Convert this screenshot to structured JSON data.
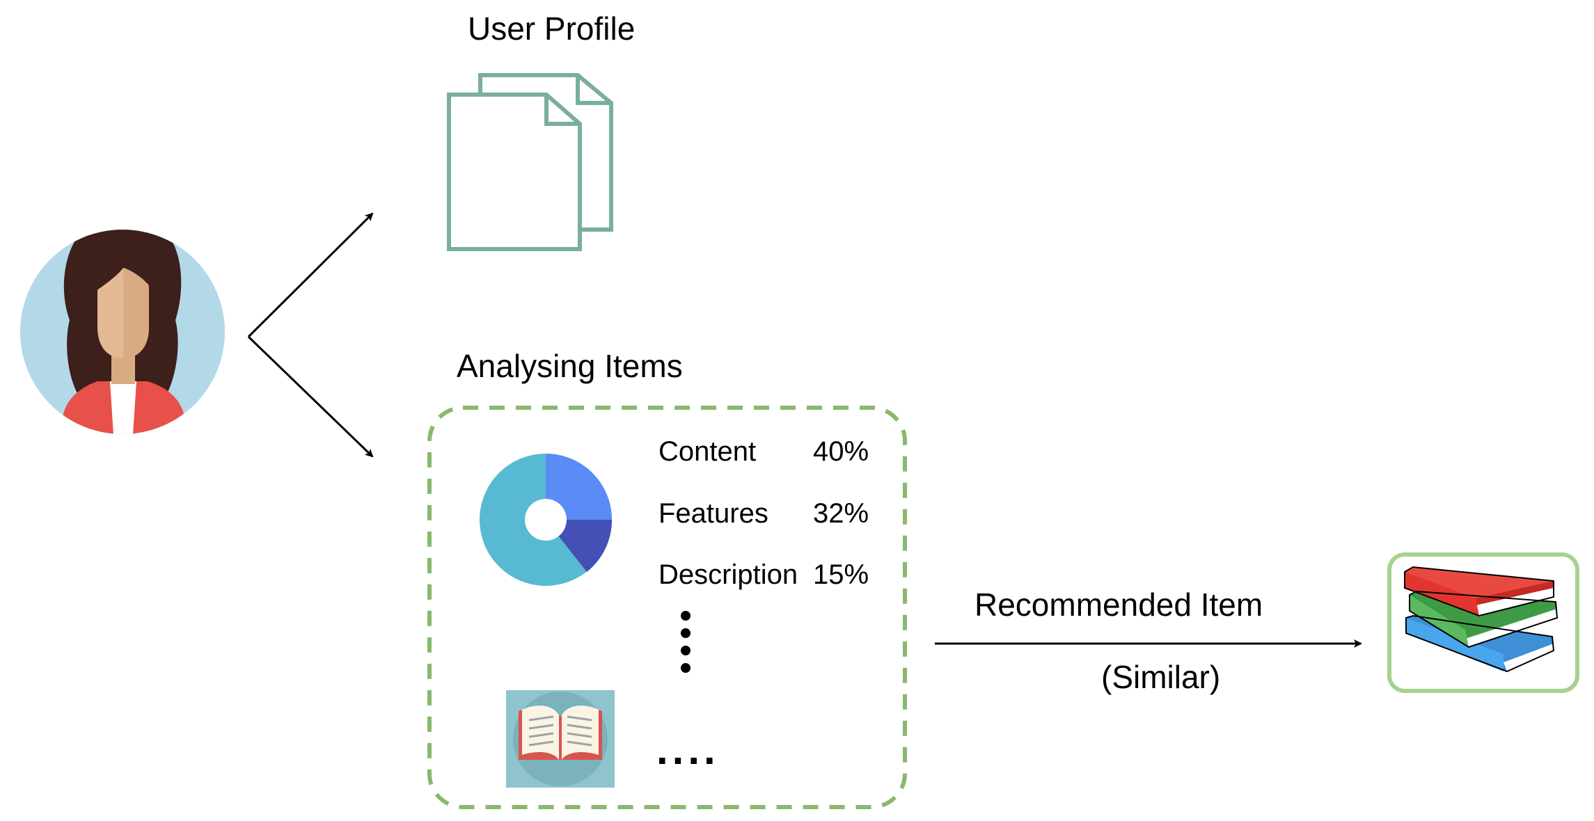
{
  "labels": {
    "user_profile": "User Profile",
    "analysing_items": "Analysing Items",
    "recommended_item": "Recommended Item",
    "similar": "(Similar)"
  },
  "factors": [
    {
      "name": "Content",
      "percent": "40%"
    },
    {
      "name": "Features",
      "percent": "32%"
    },
    {
      "name": "Description",
      "percent": "15%"
    }
  ],
  "more_items": "....",
  "icons": {
    "user": "user-avatar-icon",
    "profile": "documents-icon",
    "pie": "pie-chart-icon",
    "book": "open-book-icon",
    "recommended": "book-stack-icon"
  },
  "colors": {
    "avatar_bg": "#b3d9e8",
    "doc_stroke": "#7aaea0",
    "dashed_border": "#8ab86d",
    "recommend_border": "#a8d18d",
    "pie_light": "#5b8bf5",
    "pie_dark": "#4450b5",
    "pie_main": "#58b9d3",
    "book_bg": "#8fc4cc"
  }
}
